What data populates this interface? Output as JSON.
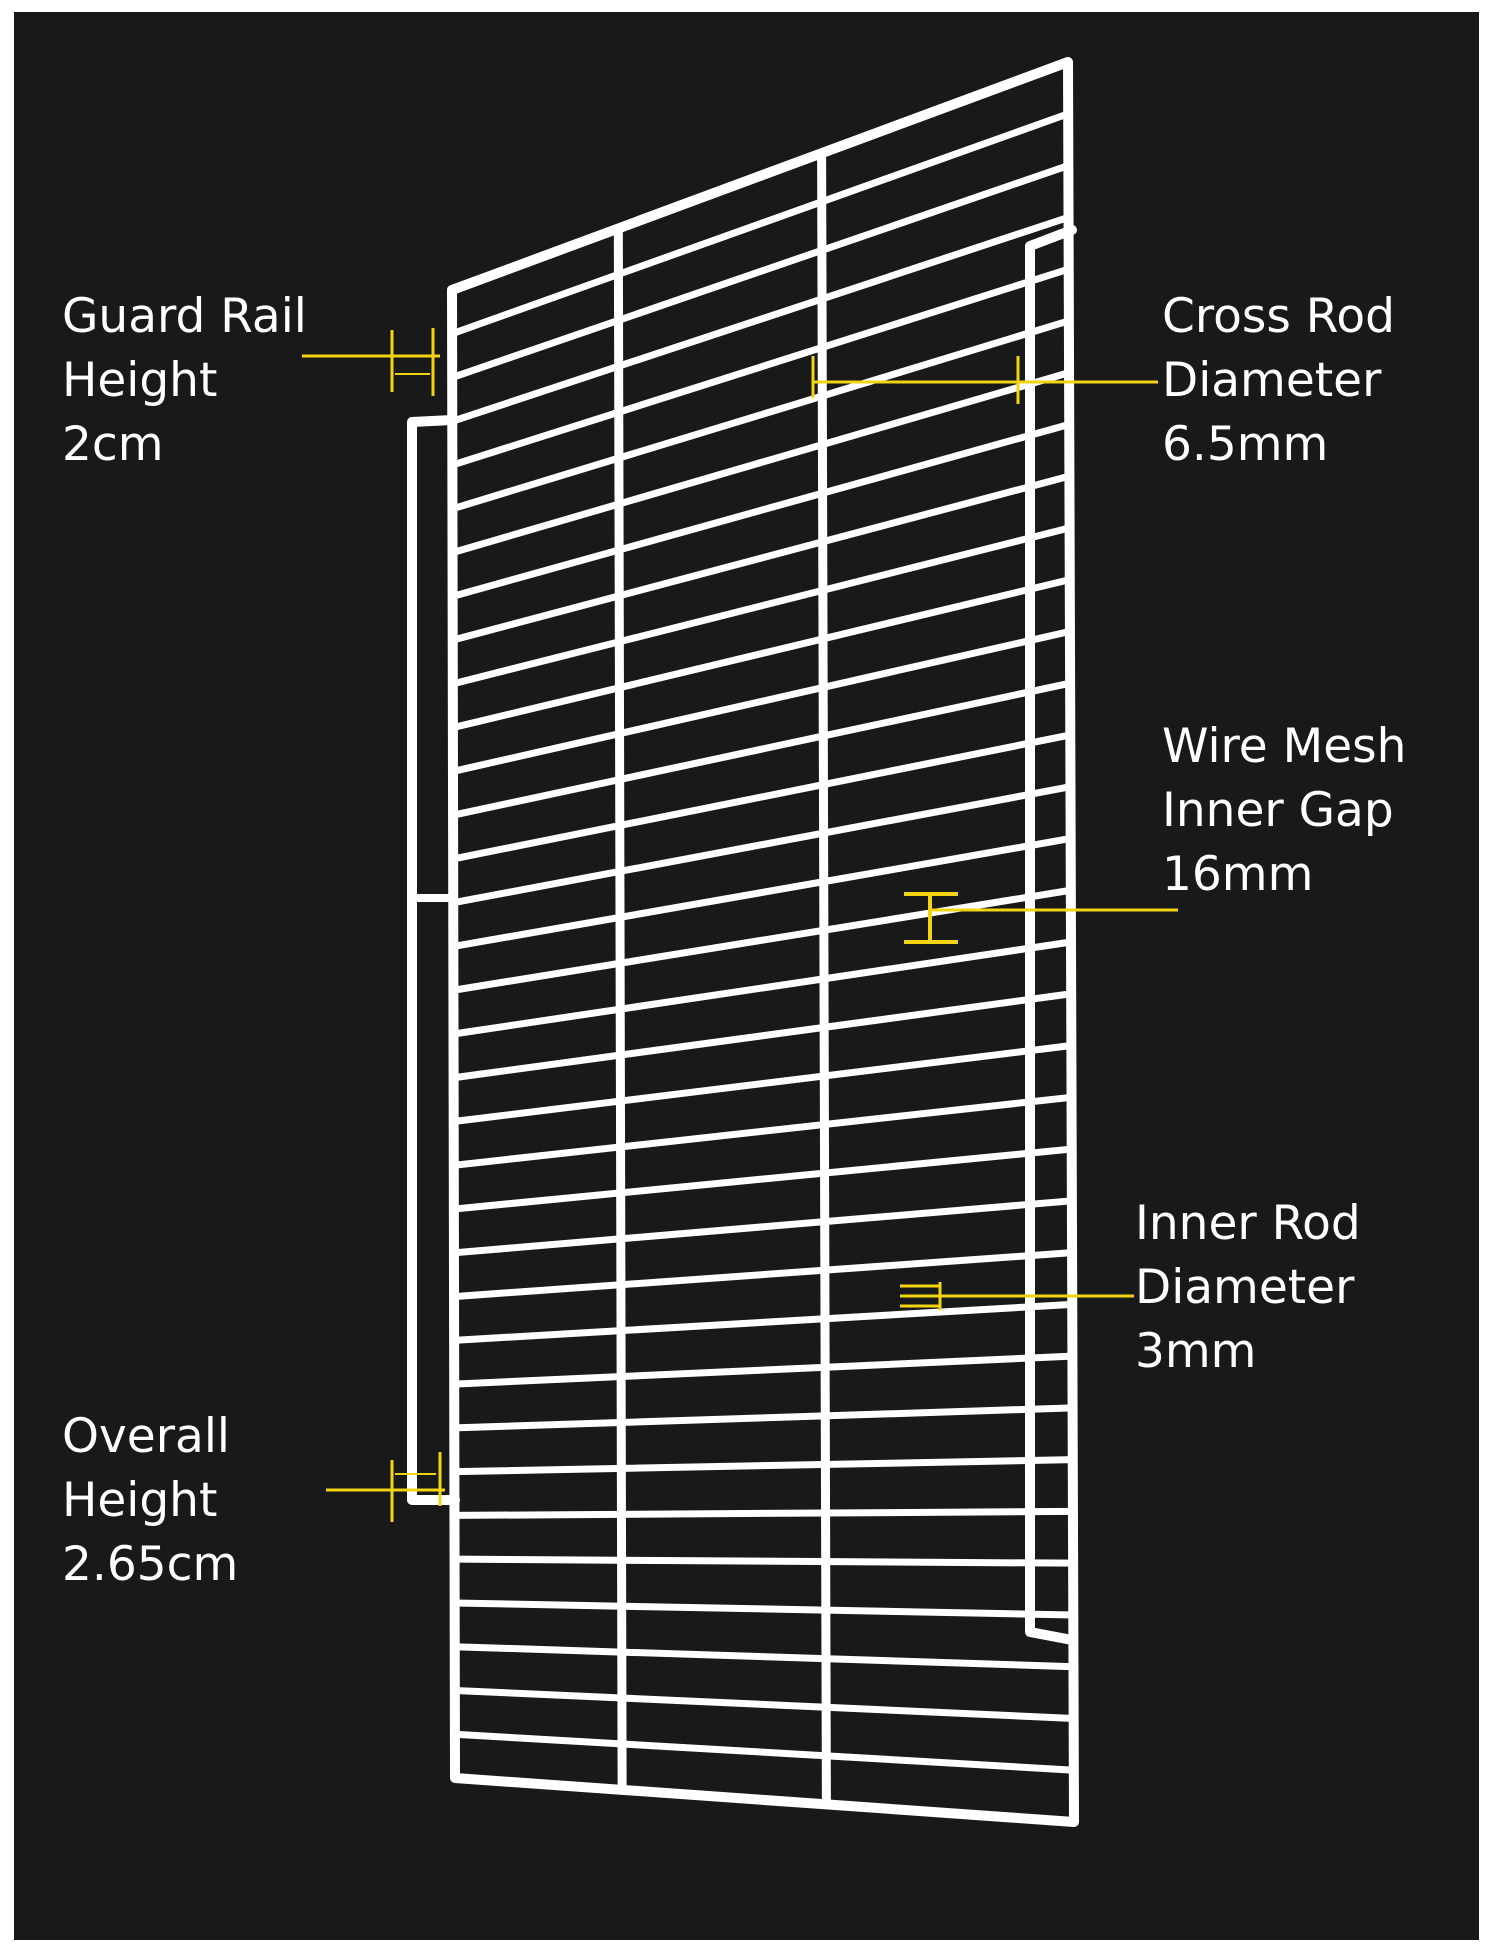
{
  "colors": {
    "background": "#191919",
    "frame": "#ffffff",
    "accent": "#f2d410",
    "text": "#ffffff"
  },
  "product": "white coated wire mesh shelf",
  "callouts": {
    "guard_rail": {
      "line1": "Guard Rail",
      "line2": "Height",
      "value": "2cm"
    },
    "cross_rod": {
      "line1": "Cross Rod",
      "line2": "Diameter",
      "value": "6.5mm"
    },
    "wire_mesh": {
      "line1": "Wire Mesh",
      "line2": "Inner Gap",
      "value": "16mm"
    },
    "inner_rod": {
      "line1": "Inner Rod",
      "line2": "Diameter",
      "value": "3mm"
    },
    "overall": {
      "line1": "Overall",
      "line2": "Height",
      "value": "2.65cm"
    }
  }
}
